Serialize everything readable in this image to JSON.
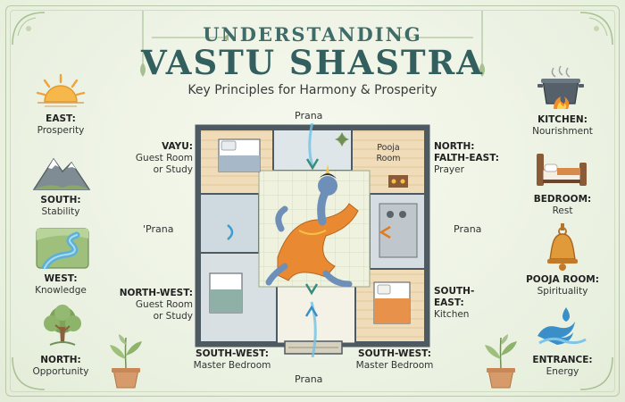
{
  "header": {
    "title_line1": "UNDERSTANDING",
    "title_line2": "VASTU SHASTRA",
    "subtitle": "Key Principles for Harmony & Prosperity"
  },
  "left_elements": [
    {
      "direction": "EAST:",
      "meaning": "Prosperity",
      "icon": "sun-icon"
    },
    {
      "direction": "SOUTH:",
      "meaning": "Stability",
      "icon": "mountain-icon"
    },
    {
      "direction": "WEST:",
      "meaning": "Knowledge",
      "icon": "river-icon"
    },
    {
      "direction": "NORTH:",
      "meaning": "Opportunity",
      "icon": "tree-icon"
    }
  ],
  "right_elements": [
    {
      "room": "KITCHEN:",
      "meaning": "Nourishment",
      "icon": "cooking-pot-icon"
    },
    {
      "room": "BEDROOM:",
      "meaning": "Rest",
      "icon": "bed-icon"
    },
    {
      "room": "POOJA ROOM:",
      "meaning": "Spirituality",
      "icon": "bell-icon"
    },
    {
      "room": "ENTRANCE:",
      "meaning": "Energy",
      "icon": "water-wave-icon"
    }
  ],
  "zones": {
    "vayu": {
      "line1": "VAYU:",
      "line2": "Guest Room",
      "line3": "or Study"
    },
    "north_east": {
      "line1": "NORTH:",
      "line2": "FALTH-EAST:",
      "line3": "Prayer"
    },
    "north_west": {
      "line1": "NORTH-WEST:",
      "line2": "Guest Room",
      "line3": "or Study"
    },
    "south_east": {
      "line1": "SOUTH-",
      "line2": "EAST:",
      "line3": "Kitchen"
    },
    "south_west_left": {
      "line1": "SOUTH-WEST:",
      "line2": "Master Bedroom"
    },
    "south_west_right": {
      "line1": "SOUTH-WEST:",
      "line2": "Master Bedroom"
    }
  },
  "prana": {
    "top": "Prana",
    "left": "'Prana",
    "right": "Prana",
    "bottom": "Prana"
  },
  "plan": {
    "pooja_room_line1": "Pooja",
    "pooja_room_line2": "Room"
  },
  "colors": {
    "title": "#33605f",
    "wall": "#4e5a62",
    "prana_blue": "#6fc3e6",
    "prana_orange": "#f2a24a",
    "deity_robe": "#e98a33",
    "deity_skin": "#6d8fb8"
  }
}
